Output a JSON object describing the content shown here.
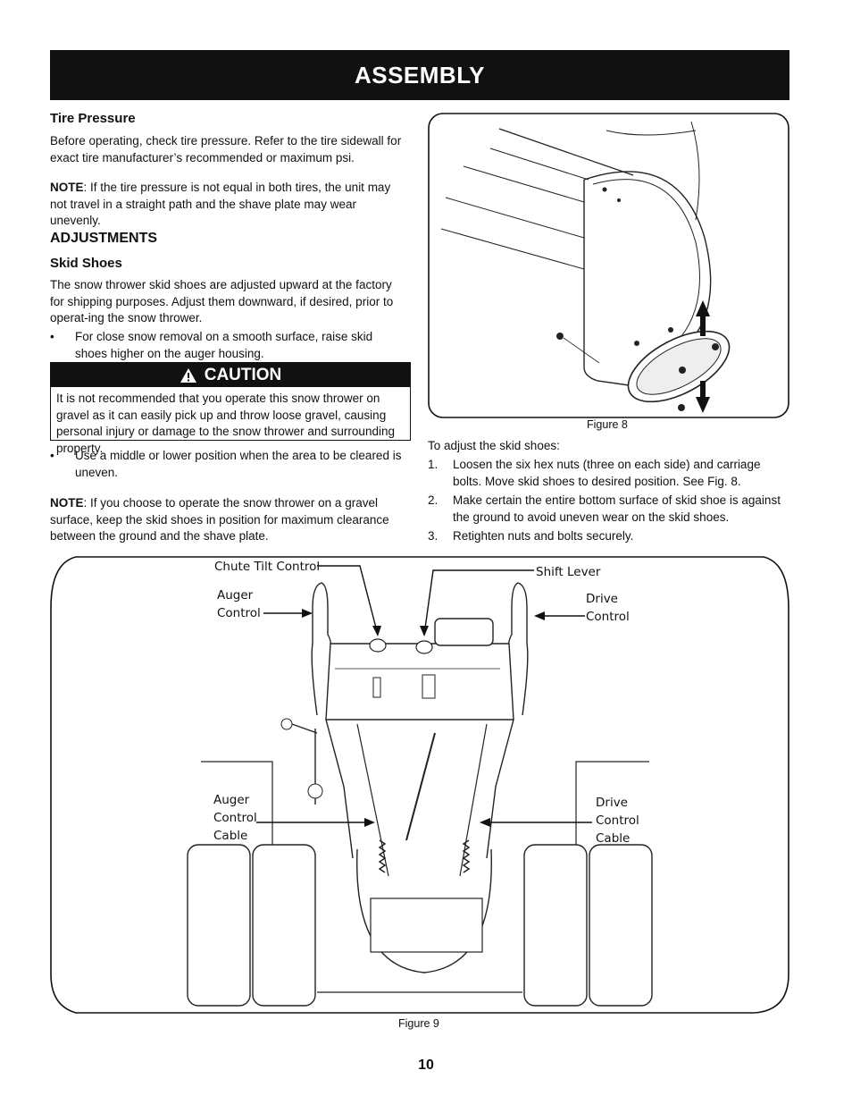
{
  "header": {
    "title": "ASSEMBLY"
  },
  "tire": {
    "heading": "Tire Pressure",
    "para": "Before operating, check tire pressure. Refer to the tire sidewall for exact tire manufacturer’s recommended or maximum psi.",
    "note_label": "NOTE",
    "note_text": ": If the tire pressure is not equal in both tires, the unit may not travel in a straight path and the shave plate may wear unevenly."
  },
  "adjustments": {
    "heading": "ADJUSTMENTS",
    "subheading": "Skid Shoes",
    "para": "The snow thrower skid shoes are adjusted upward at the factory for shipping purposes. Adjust them downward, if desired, prior to operat-ing the snow thrower.",
    "bullet1": "For close snow removal on a smooth surface, raise skid shoes higher on the auger housing.",
    "bullet2": "Use a middle or lower position when the area to be cleared is uneven.",
    "note_label": "NOTE",
    "note_text": ": If you choose to operate the snow thrower on a gravel surface, keep the skid shoes in position for maximum clearance between the ground and the shave plate."
  },
  "caution": {
    "title": "CAUTION",
    "text": "It is not recommended that you operate this snow thrower on gravel as it can easily pick up and throw loose gravel, causing personal injury or damage to the snow thrower and surrounding property."
  },
  "figure8": {
    "caption": "Figure 8"
  },
  "skid_steps": {
    "intro": "To adjust the skid shoes:",
    "items": [
      {
        "num": "1.",
        "text": "Loosen the six hex nuts (three on each side) and carriage bolts. Move skid shoes to desired position. See Fig. 8."
      },
      {
        "num": "2.",
        "text": "Make certain the entire bottom surface of skid shoe is against the ground to avoid uneven wear on the skid shoes."
      },
      {
        "num": "3.",
        "text": "Retighten nuts and bolts securely."
      }
    ]
  },
  "figure9": {
    "caption": "Figure 9",
    "labels": {
      "chute_tilt": "Chute Tilt Control",
      "shift_lever": "Shift Lever",
      "auger_control": "Auger\nControl",
      "drive_control": "Drive\nControl",
      "auger_cable": "Auger\nControl\nCable",
      "drive_cable": "Drive\nControl\nCable"
    }
  },
  "page_number": "10"
}
